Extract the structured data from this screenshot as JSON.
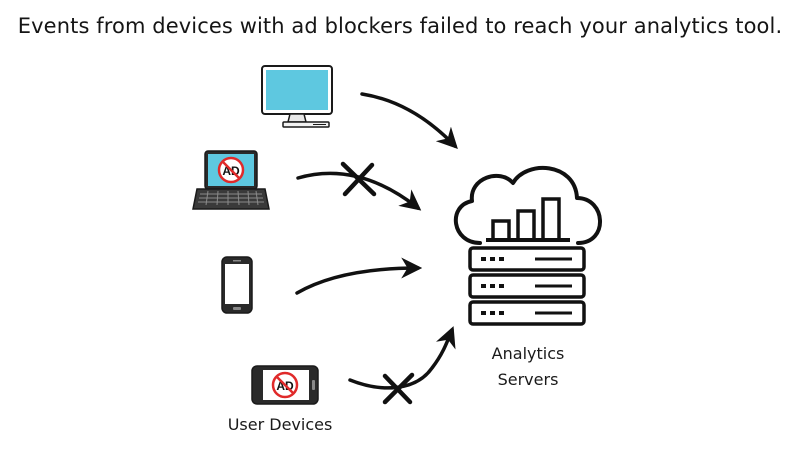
{
  "title": "Events from devices with ad blockers failed to reach your analytics tool.",
  "servers_label_line1": "Analytics",
  "servers_label_line2": "Servers",
  "devices_label": "User Devices",
  "ad_badge_text": "AD",
  "colors": {
    "screen": "#5ec8e0",
    "stroke": "#1a1a1a",
    "blocked": "#e02a2a"
  },
  "icons": [
    "desktop-monitor-icon",
    "laptop-icon",
    "smartphone-icon",
    "landscape-phone-icon",
    "cloud-server-icon"
  ]
}
